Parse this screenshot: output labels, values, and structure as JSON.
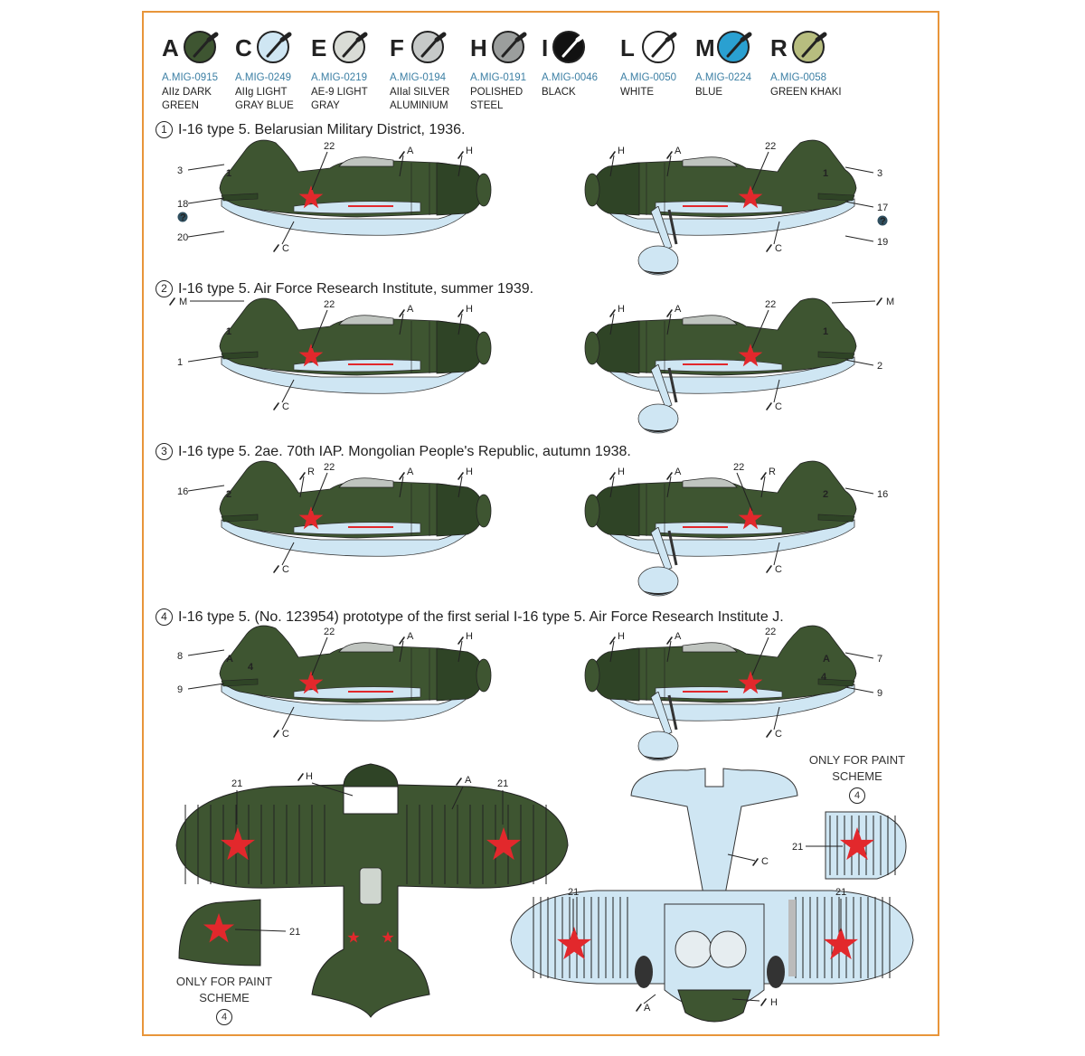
{
  "colors": {
    "frame": "#e8953a",
    "olive": "#3e5531",
    "olive_dark": "#2f4426",
    "light_blue": "#cfe6f3",
    "red_star": "#e2282c",
    "spinner_blue": "#2aa0d1",
    "code_blue": "#3c7fa4"
  },
  "swatches": [
    {
      "letter": "A",
      "code": "A.MIG-0915",
      "name": "AIIz DARK\nGREEN",
      "color": "#3e5531"
    },
    {
      "letter": "C",
      "code": "A.MIG-0249",
      "name": "AIIg LIGHT\nGRAY BLUE",
      "color": "#cfe6f3"
    },
    {
      "letter": "E",
      "code": "A.MIG-0219",
      "name": "AE-9 LIGHT\nGRAY",
      "color": "#d9dcd6"
    },
    {
      "letter": "F",
      "code": "A.MIG-0194",
      "name": "AIIal SILVER\nALUMINIUM",
      "color": "#c6c9c8"
    },
    {
      "letter": "H",
      "code": "A.MIG-0191",
      "name": "POLISHED\nSTEEL",
      "color": "#9b9e9d"
    },
    {
      "letter": "I",
      "code": "A.MIG-0046",
      "name": "BLACK",
      "color": "#111111"
    },
    {
      "letter": "L",
      "code": "A.MIG-0050",
      "name": "WHITE",
      "color": "#ffffff"
    },
    {
      "letter": "M",
      "code": "A.MIG-0224",
      "name": "BLUE",
      "color": "#2aa0d1"
    },
    {
      "letter": "R",
      "code": "A.MIG-0058",
      "name": "GREEN KHAKI",
      "color": "#b7bd7f"
    }
  ],
  "schemes": [
    {
      "num": "1",
      "title": "I-16 type 5. Belarusian Military District, 1936."
    },
    {
      "num": "2",
      "title": "I-16 type 5. Air Force Research Institute, summer 1939."
    },
    {
      "num": "3",
      "title": "I-16 type 5. 2ae. 70th IAP. Mongolian People's Republic, autumn 1938."
    },
    {
      "num": "4",
      "title": "I-16 type 5. (No. 123954) prototype of the first serial I-16 type 5. Air Force Research Institute J."
    }
  ],
  "profiles": [
    {
      "left": {
        "tail": "1",
        "left_callouts": [
          "3",
          "18",
          "20"
        ],
        "top": [
          "22",
          "A",
          "H"
        ],
        "bottom": "C",
        "question": true
      },
      "right": {
        "tail": "1",
        "right_callouts": [
          "3",
          "17",
          "19"
        ],
        "top": [
          "H",
          "A",
          "22"
        ],
        "bottom": "C",
        "question": true
      }
    },
    {
      "left": {
        "tail": "1",
        "left_callouts": [
          "M",
          "1"
        ],
        "top": [
          "22",
          "A",
          "H"
        ],
        "bottom": "C"
      },
      "right": {
        "tail": "1",
        "right_callouts": [
          "M",
          "2"
        ],
        "top": [
          "H",
          "A",
          "22"
        ],
        "bottom": "C"
      }
    },
    {
      "left": {
        "tail": "2",
        "left_callouts": [
          "16"
        ],
        "top": [
          "R",
          "22",
          "A",
          "H"
        ],
        "bottom": "C"
      },
      "right": {
        "tail": "2",
        "right_callouts": [
          "16"
        ],
        "top": [
          "H",
          "A",
          "22",
          "R"
        ],
        "bottom": "C"
      }
    },
    {
      "left": {
        "tail": "A",
        "tail2": "4",
        "left_callouts": [
          "8",
          "9"
        ],
        "top": [
          "22",
          "A",
          "H"
        ],
        "bottom": "C"
      },
      "right": {
        "tail": "A",
        "tail2": "4",
        "right_callouts": [
          "7",
          "9"
        ],
        "top": [
          "H",
          "A",
          "22"
        ],
        "bottom": "C"
      }
    }
  ],
  "top_view": {
    "labels": [
      "H",
      "A",
      "21",
      "21"
    ]
  },
  "bottom_view": {
    "labels": [
      "C",
      "21",
      "21",
      "A",
      "H"
    ]
  },
  "wingtip_detail": {
    "label": "21"
  },
  "paint_note": {
    "line1": "ONLY FOR PAINT",
    "line2": "SCHEME",
    "num": "4"
  }
}
